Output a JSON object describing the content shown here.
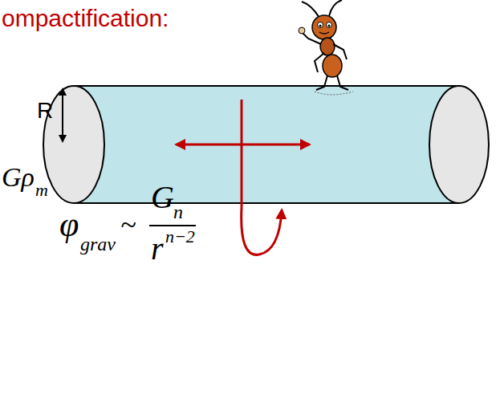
{
  "diagram": {
    "labels": [
      "ompactification:",
      "R",
      "Gρ",
      "m",
      "φ",
      "grav",
      "~",
      "G",
      "n",
      "r",
      "n−2"
    ]
  }
}
